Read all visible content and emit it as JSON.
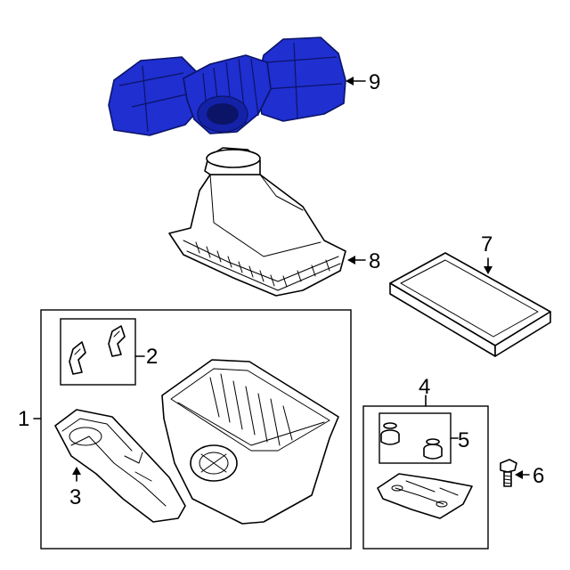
{
  "diagram": {
    "highlight_color": "#1f2fd0",
    "line_color": "#000000",
    "callouts": [
      {
        "id": "1",
        "label": "1",
        "part": "air-cleaner-housing-assembly"
      },
      {
        "id": "2",
        "label": "2",
        "part": "retaining-clips"
      },
      {
        "id": "3",
        "label": "3",
        "part": "inlet-duct"
      },
      {
        "id": "4",
        "label": "4",
        "part": "mount-bracket-assembly"
      },
      {
        "id": "5",
        "label": "5",
        "part": "grommets"
      },
      {
        "id": "6",
        "label": "6",
        "part": "bolt"
      },
      {
        "id": "7",
        "label": "7",
        "part": "air-filter-element"
      },
      {
        "id": "8",
        "label": "8",
        "part": "housing-cover"
      },
      {
        "id": "9",
        "label": "9",
        "part": "outlet-tube-highlighted"
      }
    ]
  }
}
